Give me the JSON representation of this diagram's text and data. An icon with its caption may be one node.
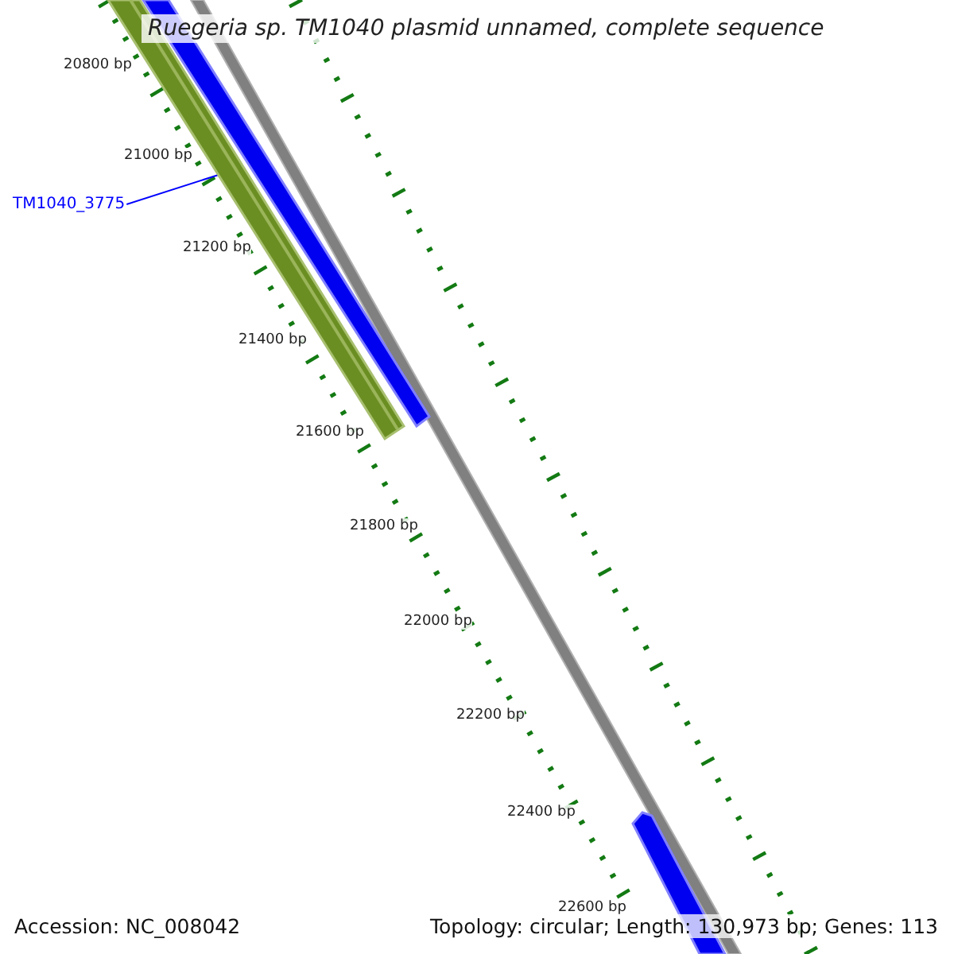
{
  "diagram": {
    "title": "Ruegeria sp. TM1040 plasmid unnamed, complete sequence",
    "nodes": [
      {
        "text": [
          "TM1040_3775"
        ]
      },
      {
        "text": [],
        "shape": "bar"
      }
    ],
    "edges": [
      {
        "from": 0,
        "to": 1,
        "arrow": "none",
        "color": "#0000ff"
      }
    ],
    "labels": [
      "20800 bp",
      "21000 bp",
      "21200 bp",
      "21400 bp",
      "21600 bp",
      "21800 bp",
      "22000 bp",
      "22200 bp",
      "22400 bp",
      "22600 bp",
      "Accession: NC_008042",
      "Topology: circular; Length: 130,973 bp; Genes: 113"
    ]
  }
}
